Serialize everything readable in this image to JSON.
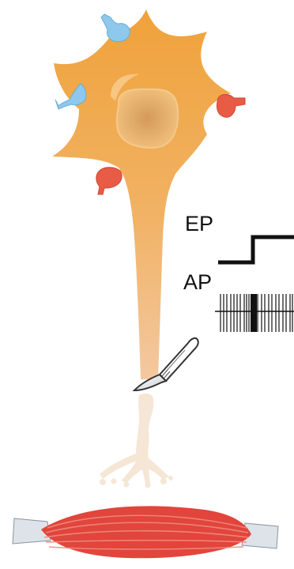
{
  "labels": {
    "ep": "EP",
    "ap": "AP"
  },
  "colors": {
    "soma_top": "#f0a23a",
    "soma_bottom": "#f2c08a",
    "nucleus": "#e3ae6a",
    "excitatory_synapse": "#8ec8ec",
    "inhibitory_synapse": "#e85b45",
    "muscle": "#e1453c",
    "tendon": "#dde3e9",
    "trace": "#111111"
  },
  "icons": {
    "tool": "scalpel-icon"
  },
  "synapses": {
    "excitatory_count": 2,
    "inhibitory_count": 2
  }
}
